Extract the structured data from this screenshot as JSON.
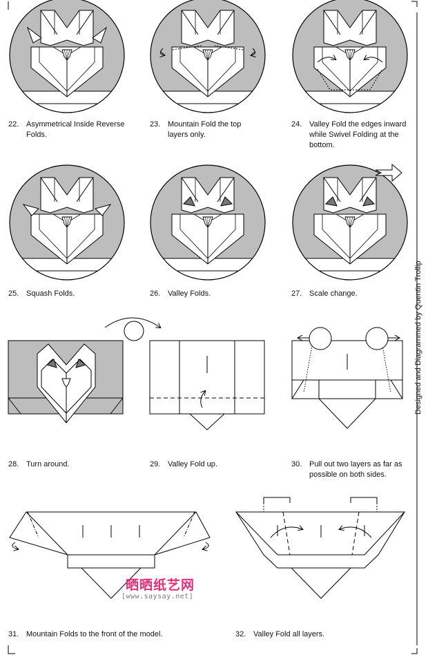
{
  "sidebar_credit": "Designed and Diagrammed by Quentin Trollip",
  "watermark": {
    "title": "晒晒纸艺网",
    "url": "[www.saysay.net]"
  },
  "steps": [
    {
      "num": "22.",
      "text": "Asymmetrical Inside Reverse Folds."
    },
    {
      "num": "23.",
      "text": "Mountain Fold the top layers only."
    },
    {
      "num": "24.",
      "text": "Valley Fold the edges inward while Swivel Folding at the bottom."
    },
    {
      "num": "25.",
      "text": "Squash Folds."
    },
    {
      "num": "26.",
      "text": "Valley Folds."
    },
    {
      "num": "27.",
      "text": "Scale change."
    },
    {
      "num": "28.",
      "text": "Turn around."
    },
    {
      "num": "29.",
      "text": "Valley Fold up."
    },
    {
      "num": "30.",
      "text": "Pull out two layers as far as possible on both sides."
    },
    {
      "num": "31.",
      "text": "Mountain Folds to the front of the model."
    },
    {
      "num": "32.",
      "text": "Valley Fold all layers."
    }
  ]
}
